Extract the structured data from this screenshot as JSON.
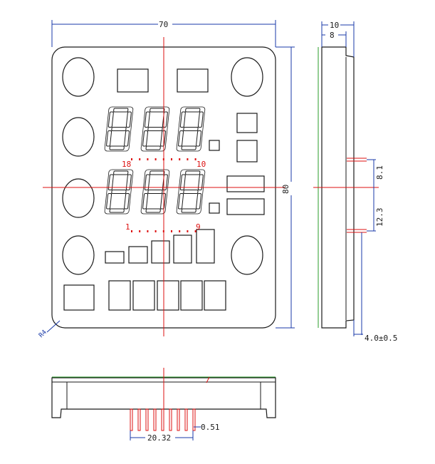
{
  "colors": {
    "outline": "#1a1a1a",
    "dimension": "#1a3aa8",
    "centerline": "#dd1111",
    "pins": "#dd1111",
    "pcb_edge": "#2a9d2a"
  },
  "front_view": {
    "width_label": "70",
    "height_label": "80",
    "corner_radius_label": "R4",
    "pin_label_top_left": "18",
    "pin_label_top_right": "10",
    "pin_label_bottom_left": "1",
    "pin_label_bottom_right": "9"
  },
  "side_view": {
    "width_outer_label": "10",
    "width_inner_label": "8",
    "pin_offset_top_label": "8.1",
    "pin_spacing_label": "12.3",
    "pin_length_label": "4.0±0.5"
  },
  "bottom_view": {
    "pin_span_label": "20.32",
    "pin_width_label": "0.51"
  }
}
